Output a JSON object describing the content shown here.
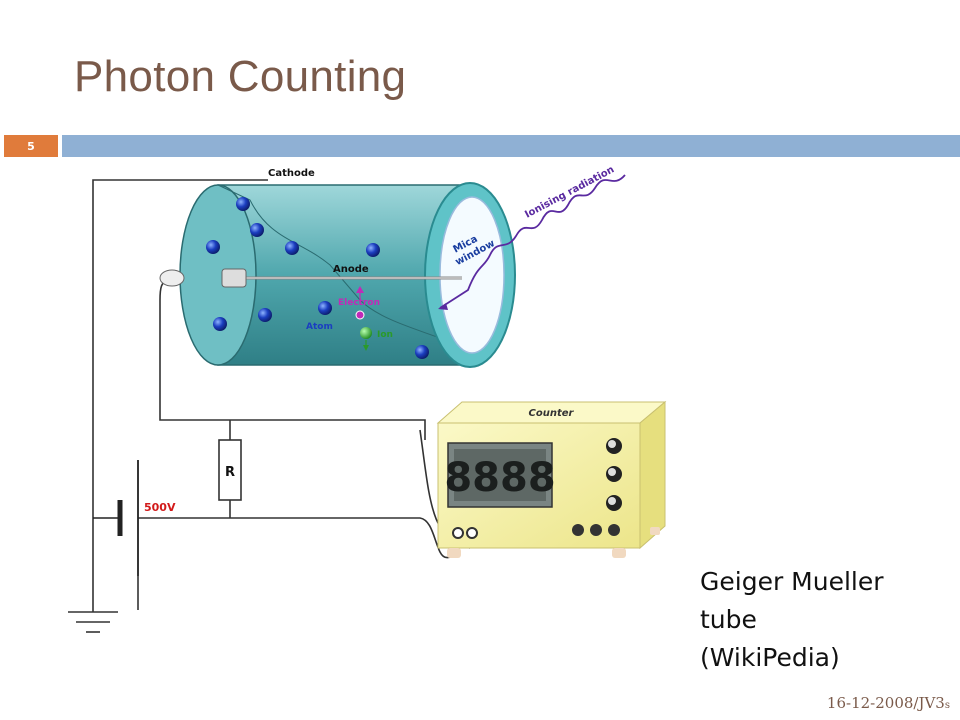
{
  "slide": {
    "title": "Photon Counting",
    "number": "5",
    "footer_date": "16-12-2008/JV3",
    "footer_sub": "s"
  },
  "caption": {
    "line1": "Geiger Mueller",
    "line2": "tube",
    "line3": "(WikiPedia)"
  },
  "diagram": {
    "cathode": "Cathode",
    "ionising": "Ionising radiation",
    "mica1": "Mica",
    "mica2": "window",
    "anode": "Anode",
    "electron": "Electron",
    "atom": "Atom",
    "ion": "Ion",
    "counter": "Counter",
    "display": "8888",
    "resistor": "R",
    "voltage": "500V"
  },
  "colors": {
    "title": "#7a5a4a",
    "accent_orange": "#e07b3b",
    "accent_blue": "#8fb0d4",
    "tube_teal": "#5fb8bd",
    "counter_yellow": "#f6f2a6",
    "voltage_red": "#d21a1a",
    "electron_magenta": "#c02ab8",
    "ion_green": "#2a9a2a"
  }
}
